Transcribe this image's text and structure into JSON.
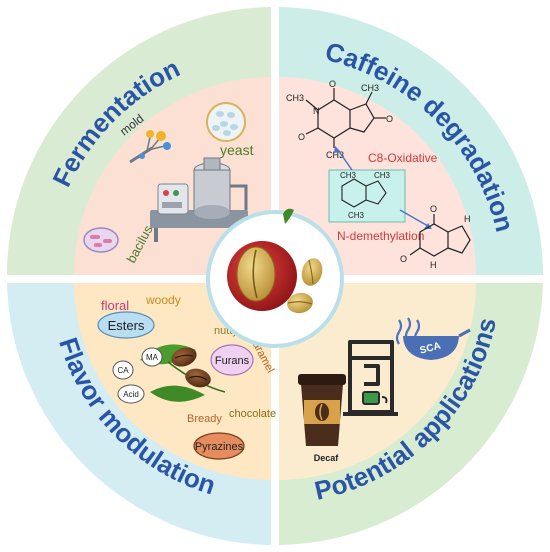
{
  "quadrants": {
    "fermentation": {
      "title": "Fermentation",
      "labels": {
        "mold": "mold",
        "yeast": "yeast",
        "bacilus": "bacilus"
      }
    },
    "caffeine": {
      "title": "Caffeine degradation",
      "labels": {
        "oxidative": "C8-Oxidative",
        "demethylation": "N-demethylation"
      },
      "atoms": {
        "h": "H",
        "n": "N",
        "o": "O",
        "ch3": "CH3"
      }
    },
    "flavor": {
      "title": "Flavor modulation",
      "labels": {
        "floral": "floral",
        "woody": "woody",
        "esters": "Esters",
        "nutty": "nutty",
        "caramel": "caramel",
        "furans": "Furans",
        "ca": "CA",
        "ma": "MA",
        "acid": "Acid",
        "bready": "Bready",
        "chocolate": "chocolate",
        "pyrazines": "Pyrazines"
      }
    },
    "applications": {
      "title": "Potential  applications",
      "labels": {
        "decaf": "Decaf",
        "sca": "SCA"
      }
    }
  },
  "colors": {
    "fermentation_ring": "#d9ecd3",
    "caffeine_ring": "#cdeee8",
    "flavor_ring": "#d3edf3",
    "applications_ring": "#d7ecd1",
    "fermentation_inner": "#fbe0d3",
    "caffeine_inner": "#fde3dc",
    "flavor_inner": "#fde8c3",
    "applications_inner": "#fbeccf",
    "title": "#2a55a6"
  }
}
